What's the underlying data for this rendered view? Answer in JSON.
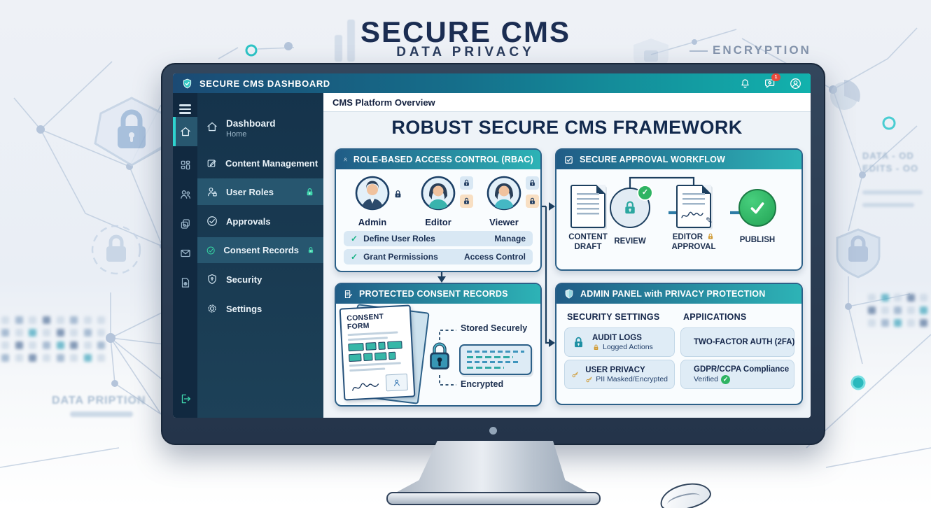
{
  "hero": {
    "title": "SECURE CMS",
    "subtitle": "DATA PRIVACY",
    "encryption_label": "ENCRYPTION"
  },
  "background": {
    "left_caption": "DATA PRIPTION",
    "right_caption_line1": "DATA - OD",
    "right_caption_line2": "EDITS - OO"
  },
  "titlebar": {
    "title": "SECURE CMS DASHBOARD",
    "notification_count": "1"
  },
  "sidebar": {
    "items": [
      {
        "label": "Dashboard",
        "sublabel": "Home",
        "icon": "home-icon",
        "active": true
      },
      {
        "label": "Content Management",
        "icon": "edit-icon"
      },
      {
        "label": "User Roles",
        "icon": "user-roles-icon",
        "locked": true
      },
      {
        "label": "Approvals",
        "icon": "check-circle-icon"
      },
      {
        "label": "Consent Records",
        "icon": "check-circle-icon",
        "locked": true
      },
      {
        "label": "Security",
        "icon": "shield-icon"
      },
      {
        "label": "Settings",
        "icon": "gear-icon"
      }
    ]
  },
  "content": {
    "breadcrumb": "CMS Platform Overview",
    "heading": "ROBUST SECURE CMS FRAMEWORK",
    "rbac": {
      "title": "ROLE-BASED ACCESS CONTROL (RBAC)",
      "roles": [
        {
          "name": "Admin"
        },
        {
          "name": "Editor"
        },
        {
          "name": "Viewer"
        }
      ],
      "rows": [
        {
          "label": "Define User Roles",
          "action": "Manage"
        },
        {
          "label": "Grant Permissions",
          "action": "Access Control"
        }
      ]
    },
    "workflow": {
      "title": "SECURE APPROVAL WORKFLOW",
      "steps": [
        {
          "label_line1": "CONTENT",
          "label_line2": "DRAFT"
        },
        {
          "label_line1": "REVIEW",
          "label_line2": ""
        },
        {
          "label_line1": "EDITOR",
          "label_line2": "APPROVAL",
          "locked": true
        },
        {
          "label_line1": "PUBLISH",
          "label_line2": ""
        }
      ]
    },
    "consent": {
      "title": "PROTECTED CONSENT RECORDS",
      "form_title": "CONSENT FORM",
      "stored_label": "Stored Securely",
      "encrypted_label": "Encrypted"
    },
    "admin": {
      "title": "ADMIN PANEL with PRIVACY PROTECTION",
      "security_header": "SECURITY SETTINGS",
      "applications_header": "APPlICATIONS",
      "cards": {
        "audit": {
          "title": "AUDIT LOGS",
          "subtitle": "Logged Actions"
        },
        "privacy": {
          "title": "USER PRIVACY",
          "subtitle": "PII Masked/Encrypted"
        },
        "twofactor": {
          "title": "TWO-FACTOR AUTH (2FA)"
        },
        "gdpr": {
          "title": "GDPR/CCPA Compliance",
          "subtitle": "Verified"
        }
      }
    }
  },
  "colors": {
    "header_gradient_start": "#1b4a74",
    "header_gradient_end": "#12b2ad",
    "sidebar_bg": "#15334b",
    "accent_teal": "#2fd3cf",
    "panel_border": "#2c6088",
    "check_green": "#2fb463",
    "lock_teal": "#3fd6ad",
    "gold": "#cf9a33",
    "navy": "#14264a"
  }
}
